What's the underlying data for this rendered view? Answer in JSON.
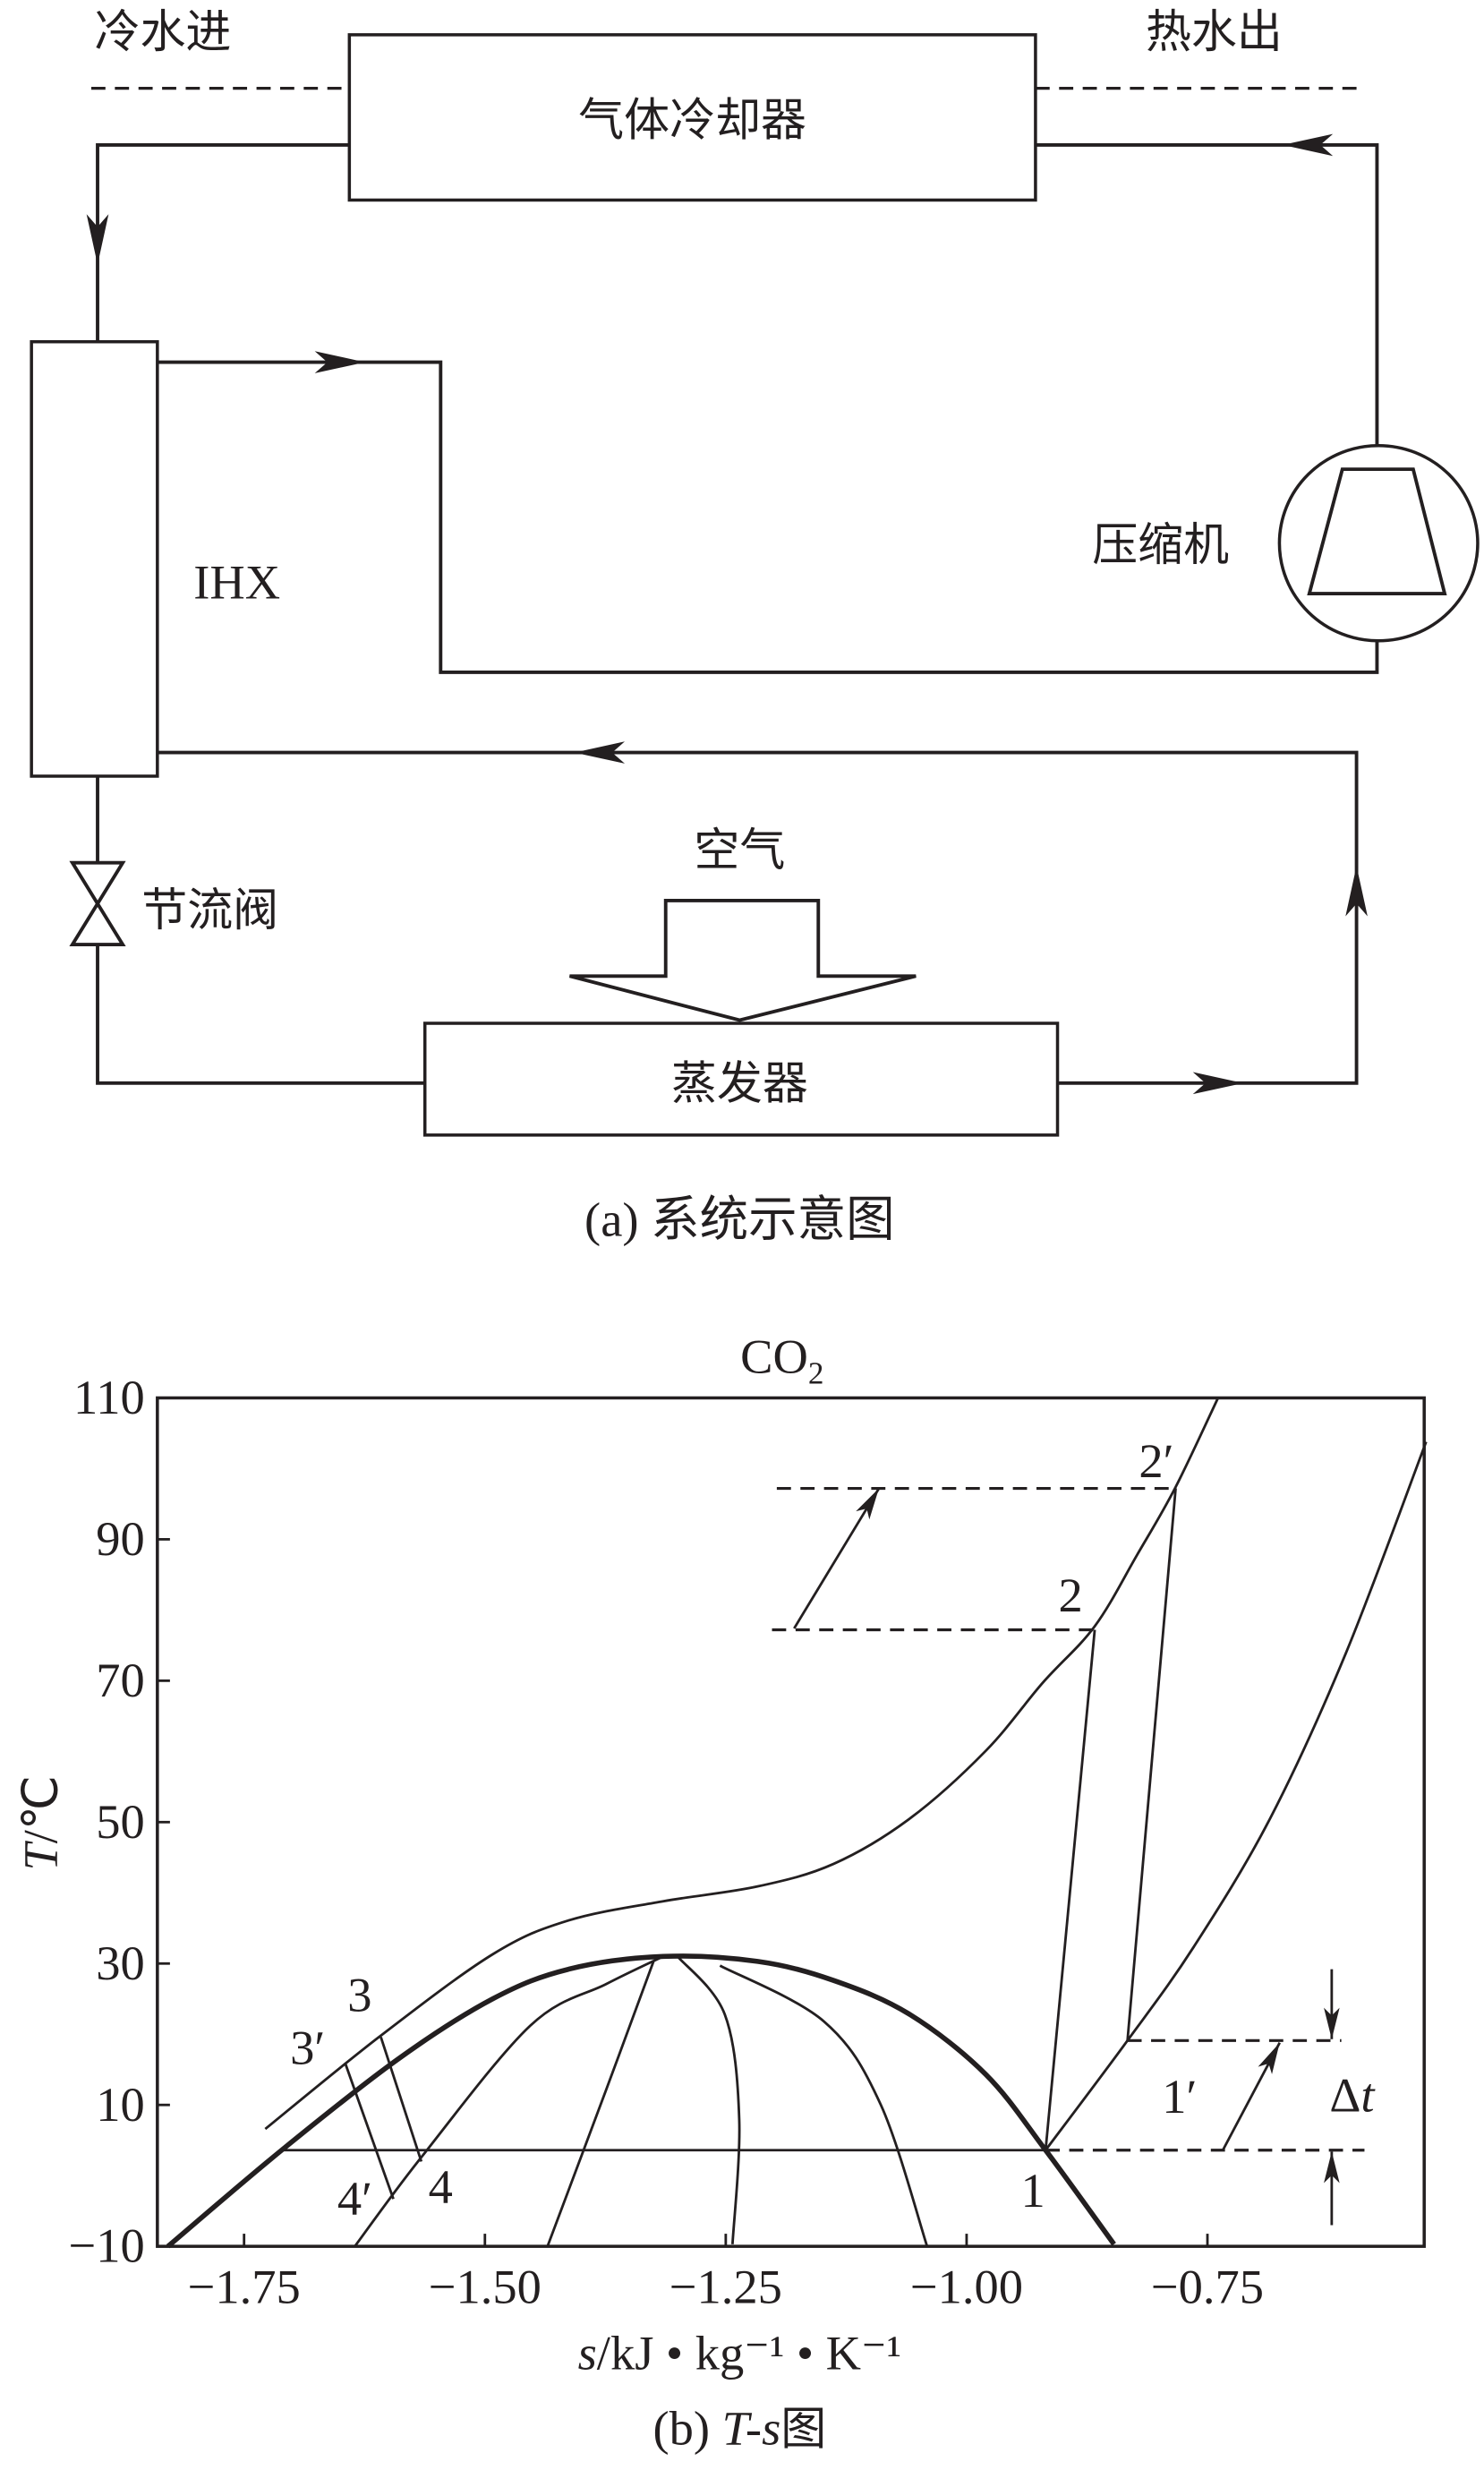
{
  "diagram_a": {
    "cold_water_in": "冷水进",
    "hot_water_out": "热水出",
    "gas_cooler": "气体冷却器",
    "ihx": "IHX",
    "compressor": "压缩机",
    "throttle_valve": "节流阀",
    "air": "空气",
    "evaporator": "蒸发器",
    "caption": "(a) 系统示意图"
  },
  "chart_data": {
    "type": "line",
    "title": "CO",
    "title_sub": "2",
    "ylabel_var": "T",
    "ylabel_unit": "/℃",
    "xlabel_var": "s",
    "xlabel_unit": "/kJ • kg⁻¹ • K⁻¹",
    "caption_prefix": "(b) ",
    "caption_var": "T-s",
    "caption_suffix": "图",
    "xlim": [
      -1.84,
      -0.525
    ],
    "ylim": [
      -10,
      110
    ],
    "xticks": [
      -1.75,
      -1.5,
      -1.25,
      -1.0,
      -0.75
    ],
    "xtick_labels": [
      "−1.75",
      "−1.50",
      "−1.25",
      "−1.00",
      "−0.75"
    ],
    "yticks": [
      110,
      90,
      70,
      50,
      30,
      10,
      -10
    ],
    "ytick_labels": [
      "110",
      "90",
      "70",
      "50",
      "30",
      "10",
      "−10"
    ],
    "series": [
      {
        "name": "saturation-dome",
        "style": "thick",
        "points": [
          [
            -1.829,
            -10
          ],
          [
            -1.711,
            3.6
          ],
          [
            -1.591,
            16.4
          ],
          [
            -1.492,
            25.0
          ],
          [
            -1.413,
            29.2
          ],
          [
            -1.315,
            31.0
          ],
          [
            -1.217,
            30.3
          ],
          [
            -1.138,
            27.6
          ],
          [
            -1.059,
            22.8
          ],
          [
            -0.98,
            14.3
          ],
          [
            -0.918,
            3.6
          ],
          [
            -0.847,
            -9.7
          ]
        ]
      },
      {
        "name": "high-pressure-isobar",
        "style": "thin",
        "points": [
          [
            -1.728,
            6.6
          ],
          [
            -1.61,
            19.6
          ],
          [
            -1.492,
            31.3
          ],
          [
            -1.413,
            36.1
          ],
          [
            -1.315,
            38.8
          ],
          [
            -1.217,
            40.9
          ],
          [
            -1.138,
            44.1
          ],
          [
            -1.059,
            50.5
          ],
          [
            -0.98,
            60.1
          ],
          [
            -0.921,
            69.7
          ],
          [
            -0.867,
            77.7
          ],
          [
            -0.823,
            87.8
          ],
          [
            -0.783,
            97.4
          ],
          [
            -0.739,
            110
          ]
        ]
      },
      {
        "name": "low-pressure-isobar",
        "style": "thin",
        "points": [
          [
            -0.918,
            3.6
          ],
          [
            -0.833,
            19.1
          ],
          [
            -0.764,
            32.4
          ],
          [
            -0.685,
            50.5
          ],
          [
            -0.606,
            74.0
          ],
          [
            -0.523,
            103.8
          ]
        ]
      },
      {
        "name": "quality-line-1",
        "style": "thin",
        "points": [
          [
            -1.635,
            -10
          ],
          [
            -1.566,
            2.6
          ],
          [
            -1.453,
            21.2
          ],
          [
            -1.374,
            27.1
          ],
          [
            -1.315,
            31.0
          ]
        ]
      },
      {
        "name": "quality-line-2",
        "style": "thin",
        "points": [
          [
            -1.435,
            -10
          ],
          [
            -1.374,
            12.2
          ],
          [
            -1.325,
            30.3
          ]
        ]
      },
      {
        "name": "quality-line-3",
        "style": "thin",
        "points": [
          [
            -1.243,
            -9.7
          ],
          [
            -1.236,
            7.9
          ],
          [
            -1.251,
            22.8
          ],
          [
            -1.3,
            31.0
          ]
        ]
      },
      {
        "name": "quality-line-4",
        "style": "thin",
        "points": [
          [
            -1.041,
            -10
          ],
          [
            -1.089,
            10.0
          ],
          [
            -1.148,
            21.8
          ],
          [
            -1.256,
            29.7
          ]
        ]
      },
      {
        "name": "evaporation-line",
        "style": "thin",
        "points": [
          [
            -1.711,
            3.6
          ],
          [
            -0.918,
            3.6
          ]
        ]
      },
      {
        "name": "compression-1-2",
        "style": "thin",
        "points": [
          [
            -0.918,
            3.6
          ],
          [
            -0.867,
            77.2
          ]
        ]
      },
      {
        "name": "compression-1p-2p",
        "style": "thin",
        "points": [
          [
            -0.833,
            19.1
          ],
          [
            -0.783,
            97.2
          ]
        ]
      },
      {
        "name": "expansion-3-4",
        "style": "thin",
        "points": [
          [
            -1.608,
            19.6
          ],
          [
            -1.566,
            2.0
          ]
        ]
      },
      {
        "name": "expansion-3p-4p",
        "style": "thin",
        "points": [
          [
            -1.645,
            15.9
          ],
          [
            -1.595,
            -3.3
          ]
        ]
      },
      {
        "name": "dashed-T2",
        "style": "dash",
        "points": [
          [
            -1.202,
            77.2
          ],
          [
            -0.867,
            77.2
          ]
        ]
      },
      {
        "name": "dashed-T2p",
        "style": "dash",
        "points": [
          [
            -1.197,
            97.2
          ],
          [
            -0.783,
            97.2
          ]
        ]
      },
      {
        "name": "dashed-T1p",
        "style": "dash",
        "points": [
          [
            -0.833,
            19.1
          ],
          [
            -0.611,
            19.1
          ]
        ]
      },
      {
        "name": "dashed-T1",
        "style": "dash",
        "points": [
          [
            -0.918,
            3.6
          ],
          [
            -0.587,
            3.6
          ]
        ]
      }
    ],
    "arrows": [
      {
        "name": "pressure-rise-arrow",
        "from": [
          -1.179,
          77.4
        ],
        "to": [
          -1.091,
          97.2
        ]
      },
      {
        "name": "superheat-shift-arrow",
        "from": [
          -0.734,
          3.6
        ],
        "to": [
          -0.675,
          18.8
        ]
      },
      {
        "name": "delta-t-down-arrow",
        "from": [
          -0.621,
          29.2
        ],
        "to": [
          -0.621,
          19.3
        ]
      },
      {
        "name": "delta-t-up-arrow",
        "from": [
          -0.621,
          -7.0
        ],
        "to": [
          -0.621,
          3.4
        ]
      }
    ],
    "point_labels": [
      {
        "text": "1",
        "at": [
          -0.931,
          -2.2
        ]
      },
      {
        "text": "1′",
        "at": [
          -0.779,
          11.1
        ]
      },
      {
        "text": "2",
        "at": [
          -0.892,
          82.0
        ]
      },
      {
        "text": "2′",
        "at": [
          -0.803,
          101.0
        ]
      },
      {
        "text": "3",
        "at": [
          -1.63,
          25.5
        ]
      },
      {
        "text": "3′",
        "at": [
          -1.684,
          18.0
        ]
      },
      {
        "text": "4",
        "at": [
          -1.546,
          -1.7
        ]
      },
      {
        "text": "4′",
        "at": [
          -1.635,
          -3.3
        ]
      },
      {
        "text": "Δt",
        "at": [
          -0.6,
          11.3
        ]
      }
    ],
    "grid": false
  }
}
